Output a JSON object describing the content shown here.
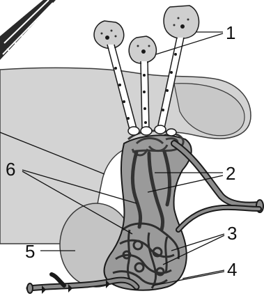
{
  "figure": {
    "labels": [
      {
        "id": "1",
        "text": "1"
      },
      {
        "id": "2",
        "text": "2"
      },
      {
        "id": "3",
        "text": "3"
      },
      {
        "id": "4",
        "text": "4"
      },
      {
        "id": "5",
        "text": "5"
      },
      {
        "id": "6",
        "text": "6"
      }
    ]
  },
  "colors": {
    "brain_tissue": "#d3d3d3",
    "neuron_body": "#cfcfcf",
    "vessel": "#4a4a4a",
    "vessel_light": "#8c8c8c",
    "lobe": "#c4c4c4",
    "outline": "#1a1a1a"
  }
}
